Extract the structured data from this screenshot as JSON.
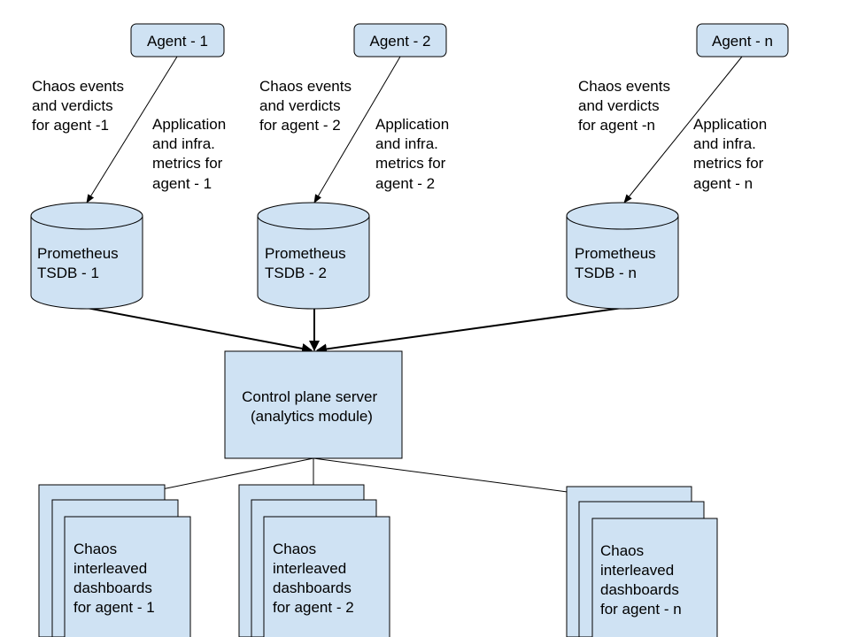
{
  "agents": [
    {
      "label": "Agent - 1",
      "events_label": [
        "Chaos events",
        "and verdicts",
        "for agent -1"
      ],
      "metrics_label": [
        "Application",
        "and infra.",
        "metrics for",
        "agent - 1"
      ],
      "db_label": [
        "Prometheus",
        "TSDB - 1"
      ],
      "dashboard_label": [
        "Chaos",
        "interleaved",
        "dashboards",
        "for agent - 1"
      ]
    },
    {
      "label": "Agent - 2",
      "events_label": [
        "Chaos events",
        "and verdicts",
        "for agent - 2"
      ],
      "metrics_label": [
        "Application",
        "and infra.",
        "metrics for",
        "agent - 2"
      ],
      "db_label": [
        "Prometheus",
        "TSDB - 2"
      ],
      "dashboard_label": [
        "Chaos",
        "interleaved",
        "dashboards",
        "for agent - 2"
      ]
    },
    {
      "label": "Agent - n",
      "events_label": [
        "Chaos events",
        "and verdicts",
        "for agent -n"
      ],
      "metrics_label": [
        "Application",
        "and infra.",
        "metrics for",
        "agent - n"
      ],
      "db_label": [
        "Prometheus",
        "TSDB - n"
      ],
      "dashboard_label": [
        "Chaos",
        "interleaved",
        "dashboards",
        "for agent - n"
      ]
    }
  ],
  "control_plane": {
    "label": [
      "Control plane server",
      "(analytics module)"
    ]
  },
  "colors": {
    "node_fill": "#cfe2f3",
    "stroke": "#000000"
  }
}
